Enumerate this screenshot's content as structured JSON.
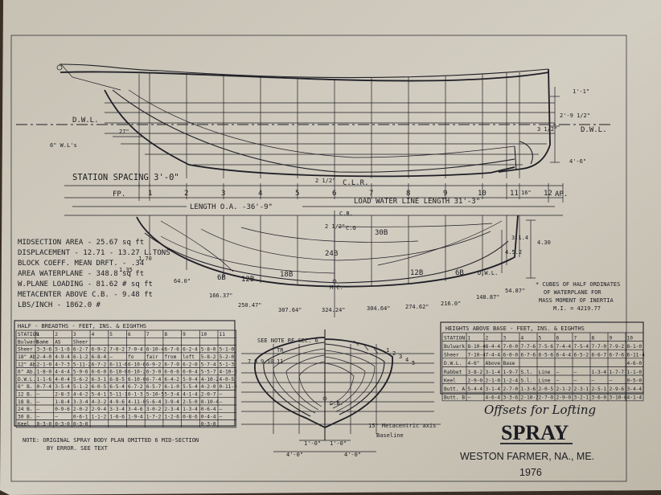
{
  "colors": {
    "paper": "#cfcabd",
    "ink": "#1e1e26",
    "background": "#3a2f24"
  },
  "profile": {
    "station_spacing": "STATION SPACING 3'-0\"",
    "fp": "FP.",
    "ap": "AP.",
    "stations": [
      "1",
      "2",
      "3",
      "4",
      "5",
      "6",
      "7",
      "8",
      "9",
      "10",
      "11",
      "12"
    ],
    "dwl_left": "D.W.L.",
    "dwl_right": "D.W.L.",
    "wl_note": "6\" W.L's",
    "clr": "C.L.R.",
    "clr_dim": "2 1/2\"",
    "dim_27": "27\"",
    "dim_right_1": "1'-1\"",
    "dim_right_2": "2'-9 1/2\"",
    "dim_right_3": "4'-6\"",
    "dim_right_4": "3 1/2\"",
    "dim_16": "16\"",
    "length_oa": "LENGTH O.A. -36'-9\"",
    "lwl": "LOAD WATER LINE LENGTH 31'-3\""
  },
  "plan": {
    "cb": "C.B.",
    "cg": "C.G",
    "cg_dim": "2 1/2\"",
    "mc": "M.C.",
    "dwl": "D.W.L.",
    "buttocks": [
      "30B",
      "24B",
      "18B",
      "12B",
      "6B",
      "12B",
      "6B"
    ],
    "offsets": [
      "64.0\"",
      "166.37\"",
      "250.47\"",
      "307.64\"",
      "324.24\"",
      "304.64\"",
      "274.62\"",
      "216.0\"",
      "148.87\"",
      "54.87\""
    ],
    "right_dims": [
      "4.30",
      "4.5.2",
      "3.1.4"
    ],
    "moment_note": [
      "* CUBES OF HALF ORDINATES",
      "OF WATERPLANE FOR",
      "MASS MOMENT OF INERTIA",
      "M.I. = 4219.77"
    ],
    "ord_1": "1.70",
    "ord_2": "1.35"
  },
  "hydrostatics": [
    "MIDSECTION AREA - 25.67 sq ft",
    "DISPLACEMENT - 12.71 - 13.27 L.TONS",
    "BLOCK COEFF. MEAN DRFT. - .34",
    "AREA WATERPLANE - 348.8 sq ft",
    "W.PLANE LOADING - 81.62 # sq ft",
    "METACENTER ABOVE C.B. - 9.48 ft",
    "LBS/INCH - 1862.0 #"
  ],
  "half_breadths": {
    "title": "HALF - BREADTHS - FEET, INS. & EIGHTHS",
    "header": [
      "STATION",
      "1",
      "2",
      "3",
      "4",
      "5",
      "6",
      "7",
      "8",
      "9",
      "10",
      "11"
    ],
    "rows": [
      [
        "Bulwark",
        "Same",
        "AS",
        "Sheer",
        "",
        "",
        "",
        "",
        "",
        "",
        "",
        ""
      ],
      [
        "Sheer",
        "3-3-6",
        "5-1-6",
        "6-2-7",
        "6-9-2",
        "7-0-2",
        "7-0-4",
        "6-10-4",
        "6-7-6",
        "6-2-4",
        "5-8-0",
        "5-1-0"
      ],
      [
        "18\" Ab.",
        "2-4-0",
        "4-9-4",
        "6-1-2",
        "6-8-4",
        "—",
        "fo",
        "fair",
        "from",
        "loft",
        "5-8-2",
        "5-2-0"
      ],
      [
        "12\" Ab.",
        "2-1-0",
        "4-7-3",
        "5-11-2",
        "6-7-2",
        "6-11-6",
        "6-10-6",
        "6-9-2",
        "6-7-0",
        "6-2-0",
        "5-7-4",
        "5-1-3"
      ],
      [
        "6\" Ab.",
        "1-8-0",
        "4-4-4",
        "5-9-6",
        "6-6-0",
        "6-10-6",
        "6-10-2",
        "6-3-0",
        "6-6-6",
        "6-0-4",
        "5-5-7",
        "4-10-5"
      ],
      [
        "D.W.L.",
        "1-1-6",
        "4-0-4",
        "5-6-2",
        "6-3-1",
        "6-8-5",
        "6-10-0",
        "6-7-4",
        "6-4-2",
        "5-9-4",
        "4-10-2",
        "4-0-5"
      ],
      [
        "6\" B.",
        "0-7-4",
        "3-5-4",
        "5-1-2",
        "6-0-5",
        "6-5-4",
        "6-7-2",
        "6-5-7",
        "6-1-0",
        "5-5-4",
        "4-2-0",
        "0-11-4"
      ],
      [
        "12 B.",
        "—",
        "2-8-3",
        "4-4-2",
        "5-4-1",
        "5-11-1",
        "6-1-3",
        "5-10-5",
        "5-3-4",
        "4-1-4",
        "2-0-7",
        "—"
      ],
      [
        "18 B.",
        "—",
        "1-8-4",
        "3-3-4",
        "4-3-2",
        "4-9-6",
        "4-11-0",
        "5-6-4",
        "3-9-4",
        "2-5-0",
        "0-10-4",
        "—"
      ],
      [
        "24 B.",
        "—",
        "0-9-6",
        "2-0-2",
        "2-9-4",
        "3-3-4",
        "3-4-6",
        "3-0-2",
        "2-3-4",
        "1-3-4",
        "0-6-4",
        "—"
      ],
      [
        "30 B.",
        "—",
        "—",
        "0-6-1",
        "1-1-2",
        "1-6-6",
        "1-9-4",
        "1-7-2",
        "1-2-6",
        "0-8-6",
        "0-4-4",
        "—"
      ],
      [
        "Keel",
        "0-3-0",
        "0-3-0",
        "0-3-0",
        "",
        "",
        "",
        "",
        "",
        "",
        "0-3-0",
        ""
      ]
    ]
  },
  "heights": {
    "title": "HEIGHTS ABOVE BASE - FEET, INS. & EIGHTHS",
    "header": [
      "STATION",
      "1",
      "2",
      "3",
      "4",
      "5",
      "6",
      "7",
      "8",
      "9",
      "10"
    ],
    "rows": [
      [
        "Bulwark",
        "8-10-4",
        "8-4-4",
        "7-0-0",
        "7-7-6",
        "7-5-6",
        "7-4-4",
        "7-5-4",
        "7-7-0",
        "7-9-2",
        "8-1-0"
      ],
      [
        "Sheer",
        "7-10-4",
        "7-4-4",
        "6-0-0",
        "6-7-6",
        "6-5-6",
        "6-4-4",
        "6-5-2",
        "6-6-7",
        "6-7-6",
        "6-11-4"
      ],
      [
        "D.W.L.",
        "4-6\"",
        "Above",
        "Base",
        "",
        "",
        "",
        "",
        "",
        "",
        "4-6-0"
      ],
      [
        "Rabbet",
        "3-8-2",
        "3-1-4",
        "1-9-7",
        "S.l.",
        "Line",
        "—",
        "—",
        "1-3-4",
        "1-7-7",
        "1-1-0"
      ],
      [
        "Keel",
        "2-9-0",
        "2-1-0",
        "1-2-4",
        "S.l.",
        "Line",
        "—",
        "—",
        "—",
        "—",
        "0-5-0"
      ],
      [
        "Butt. A",
        "5-4-4",
        "3-1-4",
        "2-7-0",
        "1-3-6",
        "2-0-5",
        "2-1-2",
        "2-3-1",
        "2-5-1",
        "2-9-6",
        "3-4-4"
      ],
      [
        "Butt. B",
        "—",
        "4-6-4",
        "3-3-6",
        "2-10-2",
        "2-7-0",
        "2-9-0",
        "3-2-1",
        "3-6-0",
        "3-10-6",
        "4-1-4"
      ]
    ]
  },
  "body_plan": {
    "see_note": "SEE NOTE RE SEC. 6",
    "tr": "TR",
    "stations_left": [
      "7",
      "8",
      "9",
      "10",
      "11"
    ],
    "stations_right": [
      "1",
      "2",
      "3",
      "4",
      "5"
    ],
    "cb": "C.B.",
    "metacentric": "15\" Metacentric axis",
    "baseline": "Baseline",
    "dims_top": [
      "1'-0\"",
      "1'-0\""
    ],
    "dims_bottom": [
      "4'-0\"",
      "4'-0\""
    ]
  },
  "note": [
    "NOTE: ORIGINAL SPRAY BODY PLAN OMITTED 6 MID-SECTION",
    "BY ERROR. SEE TEXT"
  ],
  "title_block": {
    "line1": "Offsets for Lofting",
    "name": "SPRAY",
    "designer": "WESTON FARMER, NA., ME.",
    "year": "1976"
  }
}
